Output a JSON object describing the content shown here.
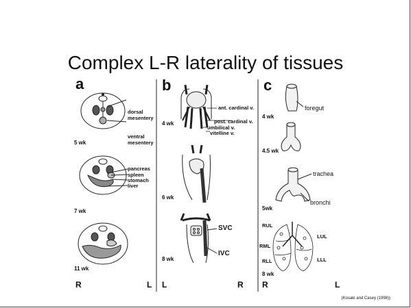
{
  "slide": {
    "title": "Complex L-R laterality of tissues",
    "citation": "(Kosaki and Casey (1998))"
  },
  "panels": {
    "a": {
      "letter": "a",
      "stages": [
        "5 wk",
        "7 wk",
        "11 wk"
      ],
      "labels": {
        "dorsal": "dorsal",
        "mesentery1": "mesentery",
        "ventral": "ventral",
        "mesentery2": "mesentery",
        "pancreas": "pancreas",
        "spleen": "spleen",
        "stomach": "stomach",
        "liver": "liver"
      },
      "left_side": "R",
      "right_side": "L"
    },
    "b": {
      "letter": "b",
      "stages": [
        "4 wk",
        "6 wk",
        "8 wk"
      ],
      "labels": {
        "ant_cardinal": "ant. cardinal v.",
        "post_cardinal": "post. cardinal v.",
        "umbilical": "umbilical v.",
        "vitelline": "vitelline v.",
        "svc": "SVC",
        "ivc": "IVC"
      },
      "left_side": "L",
      "right_side": "R"
    },
    "c": {
      "letter": "c",
      "stages": [
        "4 wk",
        "4.5 wk",
        "5wk",
        "8 wk"
      ],
      "labels": {
        "foregut": "foregut",
        "trachea": "trachea",
        "bronchi": "bronchi",
        "rul": "RUL",
        "rml": "RML",
        "rll": "RLL",
        "lul": "LUL",
        "lll": "LLL"
      },
      "left_side": "R",
      "right_side": "L"
    }
  }
}
